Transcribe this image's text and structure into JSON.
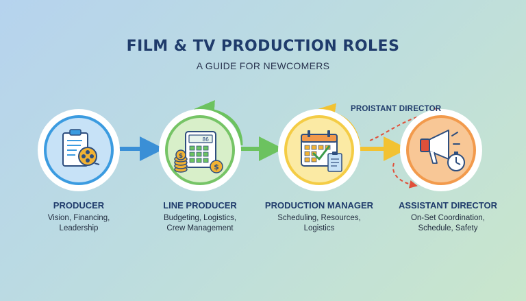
{
  "header": {
    "title": "FILM & TV PRODUCTION ROLES",
    "subtitle": "A GUIDE FOR NEWCOMERS"
  },
  "roles": [
    {
      "title": "PRODUCER",
      "desc_1": "Vision, Financing,",
      "desc_2": "Leadership",
      "icon": "clipboard-film-reel-icon",
      "color": "#4aa3df"
    },
    {
      "title": "LINE PRODUCER",
      "desc_1": "Budgeting, Logistics,",
      "desc_2": "Crew Management",
      "icon": "calculator-coins-icon",
      "color": "#7cc66b"
    },
    {
      "title": "PRODUCTION MANAGER",
      "desc_1": "Scheduling, Resources,",
      "desc_2": "Logistics",
      "icon": "calendar-checklist-icon",
      "color": "#f2c94c"
    },
    {
      "title": "ASSISTANT DIRECTOR",
      "desc_1": "On-Set Coordination,",
      "desc_2": "Schedule, Safety",
      "icon": "megaphone-stopwatch-icon",
      "color": "#f2994a"
    }
  ],
  "annotation": {
    "label": "PROISTANT DIRECTOR"
  },
  "calculator": {
    "display": "86"
  }
}
